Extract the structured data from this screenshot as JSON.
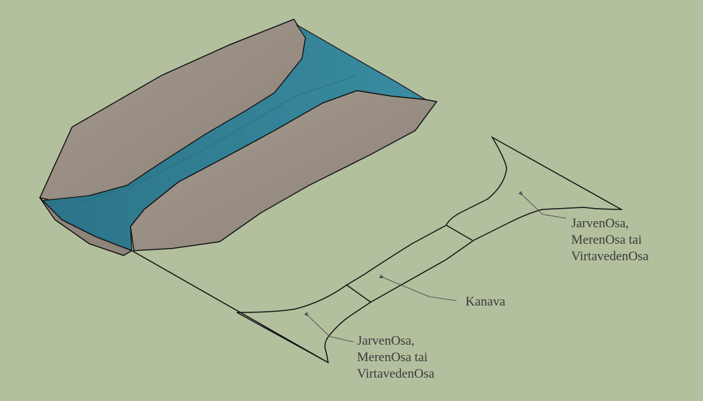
{
  "labels": {
    "top_right": [
      "JarvenOsa,",
      "MerenOsa tai",
      "VirtavedenOsa"
    ],
    "middle": "Kanava",
    "bottom": [
      "JarvenOsa,",
      "MerenOsa tai",
      "VirtavedenOsa"
    ]
  },
  "colors": {
    "background": "#b3c09e",
    "terrain": "#9a8f84",
    "water": "#2f7f94",
    "outline": "#111111",
    "leader": "#555555"
  }
}
